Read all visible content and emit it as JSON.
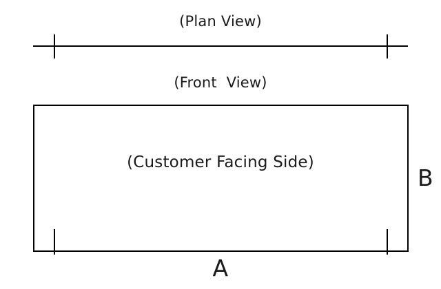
{
  "drawing": {
    "title_plan": "(Plan View)",
    "title_front": "(Front  View)",
    "face_label": "(Customer Facing Side)",
    "dimension_width_label": "A",
    "dimension_height_label": "B",
    "line_color": "#000000",
    "text_color": "#1a1a1a",
    "background_color": "#ffffff"
  }
}
